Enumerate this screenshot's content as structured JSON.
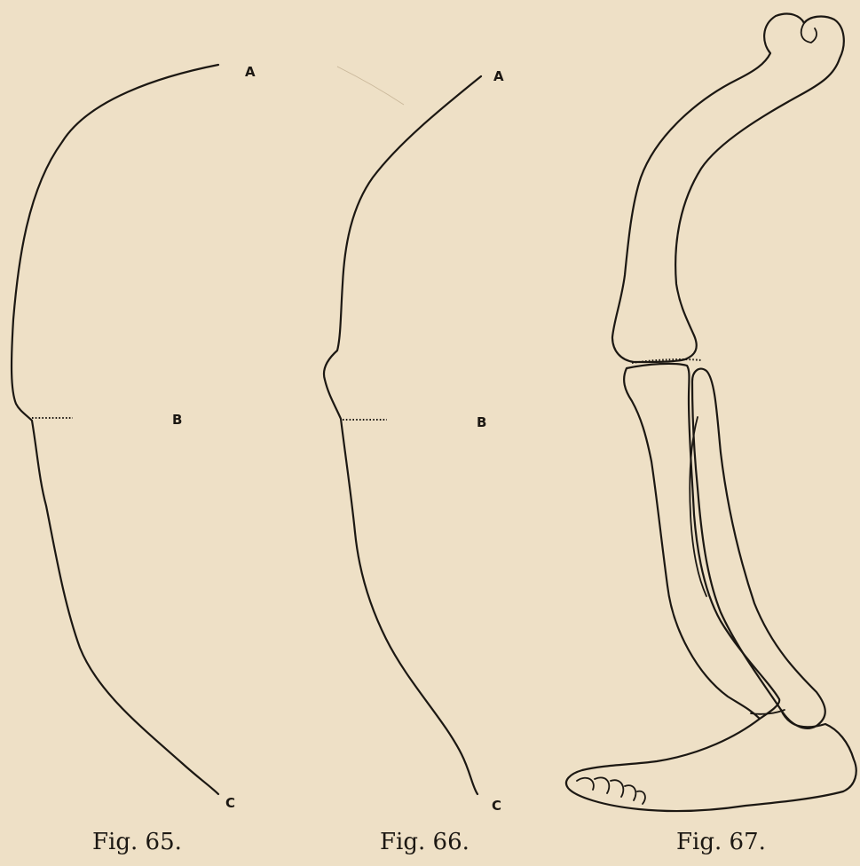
{
  "figures": [
    {
      "caption": "Fig. 65.",
      "labels": {
        "a": "A",
        "b": "B",
        "c": "C"
      }
    },
    {
      "caption": "Fig. 66.",
      "labels": {
        "a": "A",
        "b": "B",
        "c": "C"
      }
    },
    {
      "caption": "Fig. 67."
    }
  ]
}
